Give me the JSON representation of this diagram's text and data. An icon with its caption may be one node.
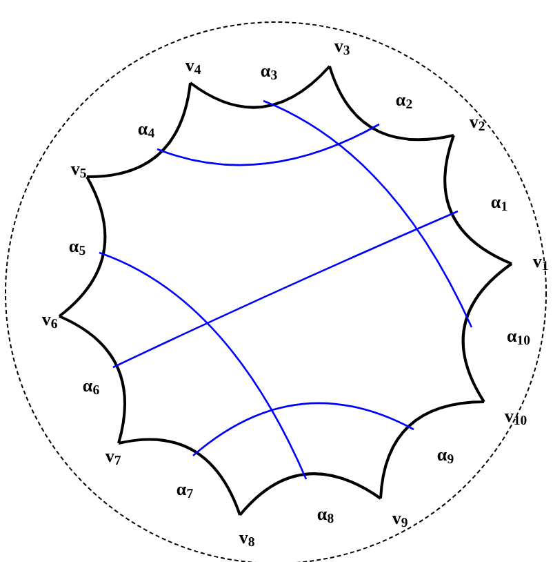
{
  "diagram": {
    "labels": [
      "v$_{3}$",
      "v$_{4}$",
      "α$_{3}$",
      "α$_{2}$",
      "v$_{2}$",
      "α$_{4}$",
      "v$_{5}$",
      "α$_{1}$",
      "α$_{5}$",
      "v$_{1}$",
      "v$_{6}$",
      "α$_{10}$",
      "α$_{6}$",
      "v$_{10}$",
      "v$_{7}$",
      "α$_{9}$",
      "α$_{7}$",
      "v$_{9}$",
      "α$_{8}$",
      "v$_{8}$"
    ]
  }
}
